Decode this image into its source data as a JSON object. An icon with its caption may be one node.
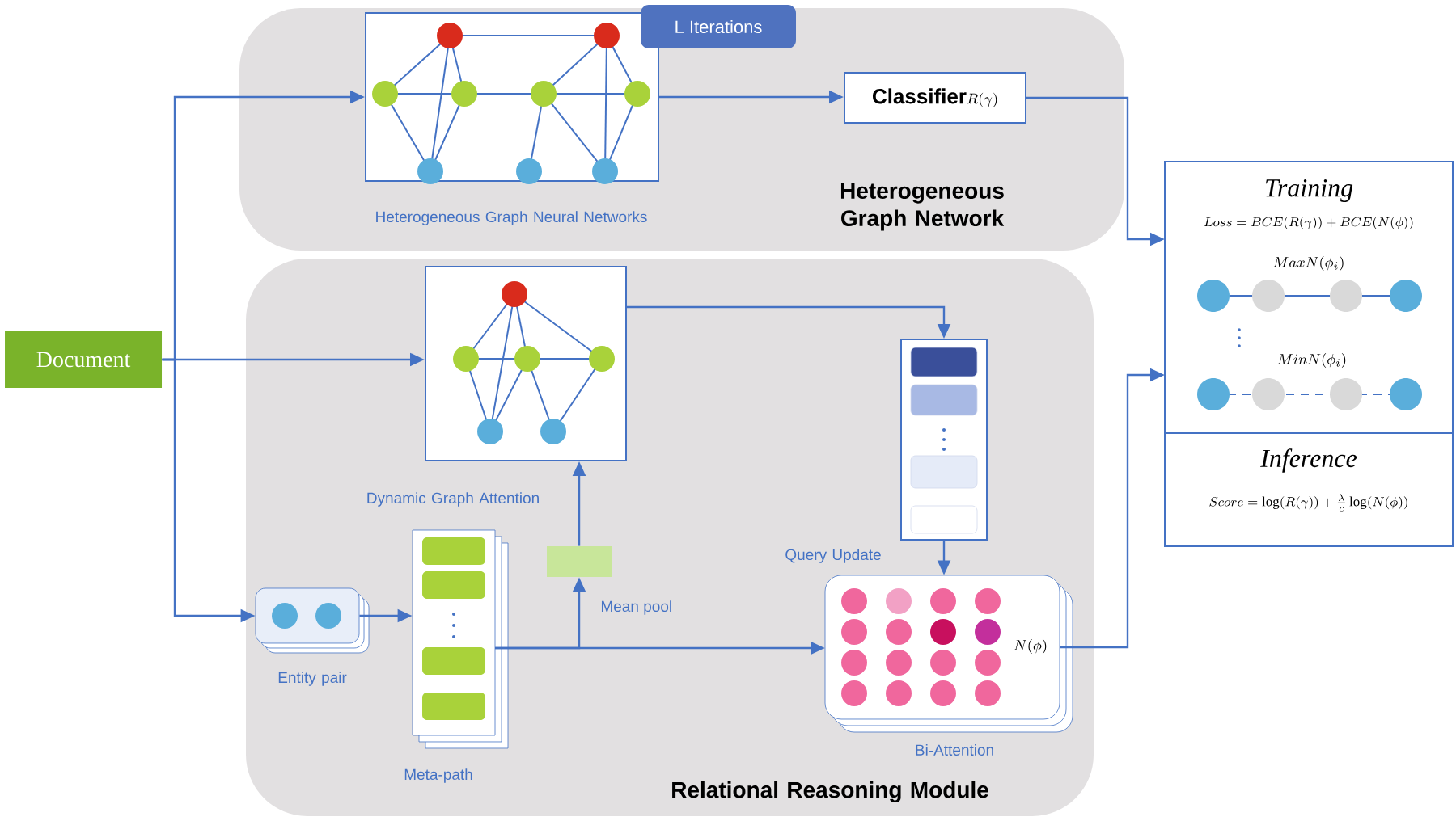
{
  "diagram": {
    "nodes": [
      {
        "text": [
          "Heterogeneous Graph Network"
        ]
      },
      {
        "text": [
          "Heterogeneous Graph Neural Networks"
        ],
        "in": 0
      },
      {
        "text": [
          "L Iterations"
        ],
        "in": 0
      },
      {
        "text": [
          "Classifier",
          "R(\\gamma)"
        ],
        "in": 0
      },
      {
        "text": [
          "Relational Reasoning Module"
        ]
      },
      {
        "text": [
          "Document"
        ]
      },
      {
        "text": [
          "Dynamic Graph Attention"
        ],
        "in": 4
      },
      {
        "text": [
          "Entity pair"
        ],
        "in": 4
      },
      {
        "text": [
          "Meta-path"
        ],
        "in": 4
      },
      {
        "text": [],
        "shape": "bar",
        "beside": [
          "Mean pool"
        ],
        "in": 4
      },
      {
        "text": [
          "Query Update"
        ],
        "in": 4
      },
      {
        "text": [
          "N(\\phi)",
          "Bi-Attention"
        ],
        "in": 4
      },
      {
        "text": [
          "Training",
          "Loss=BCE(R(\\gamma))+BCE(N(\\phi))",
          "MaxN(\\phi_i)",
          "MinN(\\phi_i)"
        ]
      },
      {
        "text": [
          "Inference",
          "Score=\\log(R(\\gamma))+\\frac{\\lambda}{c}\\log(N(\\phi))"
        ]
      }
    ],
    "edges": [
      {
        "from": 5,
        "to": 1,
        "arrow": "to"
      },
      {
        "from": 5,
        "to": 6,
        "arrow": "to"
      },
      {
        "from": 5,
        "to": 7,
        "arrow": "to"
      },
      {
        "from": 1,
        "to": 3,
        "arrow": "to"
      },
      {
        "from": 3,
        "to": 12,
        "arrow": "to"
      },
      {
        "from": 6,
        "to": 10,
        "arrow": "to"
      },
      {
        "from": 7,
        "to": 8,
        "arrow": "to"
      },
      {
        "from": 8,
        "to": 11,
        "arrow": "to"
      },
      {
        "from": 8,
        "to": 9,
        "arrow": "to"
      },
      {
        "from": 9,
        "to": 6,
        "arrow": "to"
      },
      {
        "from": 10,
        "to": 11,
        "arrow": "to"
      },
      {
        "from": 11,
        "to": 12,
        "arrow": "to"
      }
    ]
  }
}
